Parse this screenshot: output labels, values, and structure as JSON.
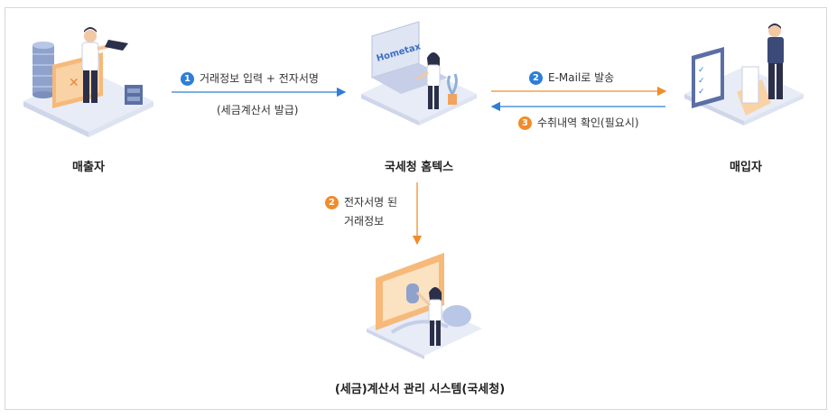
{
  "nodes": {
    "seller": "매출자",
    "hometax": "국세청 홈텍스",
    "buyer": "매입자",
    "system": "(세금)계산서 관리 시스템(국세청)"
  },
  "hometax_logo": "Hometax",
  "flows": {
    "step1": {
      "num": "1",
      "line1": "거래정보 입력 + 전자서명",
      "line2": "(세금계산서 발급)"
    },
    "email": {
      "num": "2",
      "text": "E-Mail로 발송"
    },
    "confirm": {
      "num": "3",
      "text": "수취내역 확인(필요시)"
    },
    "transfer": {
      "num": "2",
      "line1": "전자서명 된",
      "line2": "거래정보"
    }
  },
  "colors": {
    "blue": "#2d7ed6",
    "orange": "#f08c2b"
  }
}
